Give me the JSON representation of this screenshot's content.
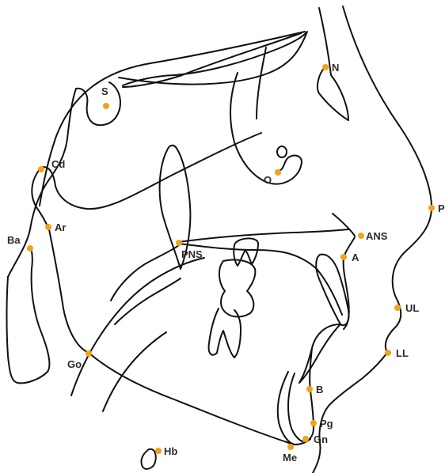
{
  "diagram": {
    "landmark_color": "#F0A418",
    "line_color": "#111111",
    "landmarks": [
      {
        "id": "S",
        "label": "S"
      },
      {
        "id": "N",
        "label": "N"
      },
      {
        "id": "O",
        "label": "O"
      },
      {
        "id": "P",
        "label": "P"
      },
      {
        "id": "Cd",
        "label": "Cd"
      },
      {
        "id": "Ar",
        "label": "Ar"
      },
      {
        "id": "Ba",
        "label": "Ba"
      },
      {
        "id": "PNS",
        "label": "PNS"
      },
      {
        "id": "ANS",
        "label": "ANS"
      },
      {
        "id": "A",
        "label": "A"
      },
      {
        "id": "UL",
        "label": "UL"
      },
      {
        "id": "LL",
        "label": "LL"
      },
      {
        "id": "Go",
        "label": "Go"
      },
      {
        "id": "B",
        "label": "B"
      },
      {
        "id": "Pg",
        "label": "Pg"
      },
      {
        "id": "Gn",
        "label": "Gn"
      },
      {
        "id": "Me",
        "label": "Me"
      },
      {
        "id": "Hb",
        "label": "Hb"
      }
    ]
  }
}
